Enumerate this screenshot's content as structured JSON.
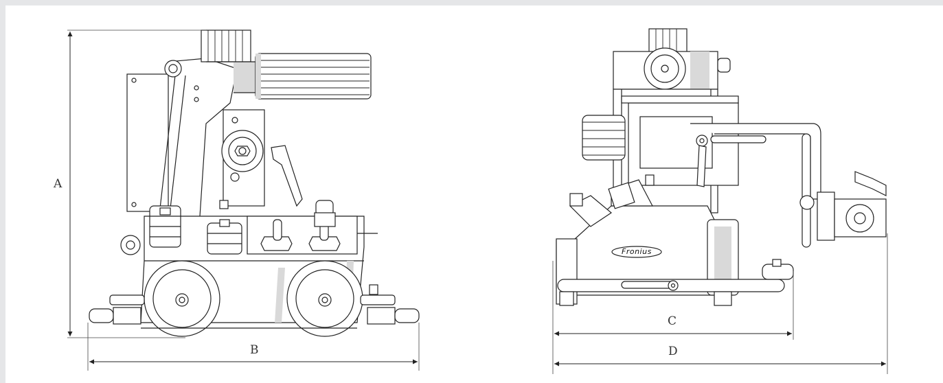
{
  "dimensions": {
    "a": "A",
    "b": "B",
    "c": "C",
    "d": "D"
  },
  "branding": {
    "logo_text": "Fronius"
  },
  "colors": {
    "line": "#222222",
    "shade": "#d9d9d9",
    "background": "#ffffff",
    "frame": "#e5e6e8"
  }
}
